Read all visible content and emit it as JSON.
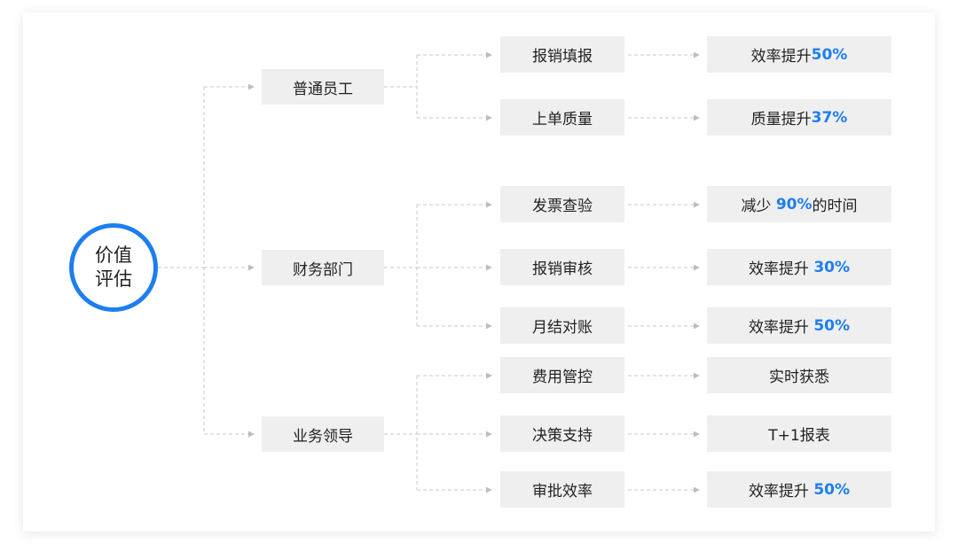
{
  "center": {
    "label": "价值评估"
  },
  "colors": {
    "accent": "#1e7ef0",
    "box": "#efefef",
    "line": "#c8c8c8"
  },
  "roles": [
    {
      "label": "普通员工",
      "items": [
        {
          "task": "报销填报",
          "result_prefix": "效率提升",
          "result_highlight": "50%",
          "result_suffix": ""
        },
        {
          "task": "上单质量",
          "result_prefix": "质量提升",
          "result_highlight": "37%",
          "result_suffix": ""
        }
      ]
    },
    {
      "label": "财务部门",
      "items": [
        {
          "task": "发票查验",
          "result_prefix": "减少 ",
          "result_highlight": "90%",
          "result_suffix": "的时间"
        },
        {
          "task": "报销审核",
          "result_prefix": "效率提升 ",
          "result_highlight": "30%",
          "result_suffix": ""
        },
        {
          "task": "月结对账",
          "result_prefix": "效率提升 ",
          "result_highlight": "50%",
          "result_suffix": ""
        }
      ]
    },
    {
      "label": "业务领导",
      "items": [
        {
          "task": "费用管控",
          "result_prefix": "实时获悉",
          "result_highlight": "",
          "result_suffix": ""
        },
        {
          "task": "决策支持",
          "result_prefix": "T+1报表",
          "result_highlight": "",
          "result_suffix": ""
        },
        {
          "task": "审批效率",
          "result_prefix": "效率提升 ",
          "result_highlight": "50%",
          "result_suffix": ""
        }
      ]
    }
  ]
}
